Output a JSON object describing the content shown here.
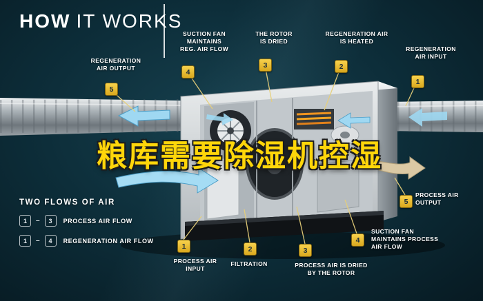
{
  "header": {
    "title_bold": "HOW",
    "title_light": "IT WORKS"
  },
  "overlay": {
    "text": "粮库需要除湿机控湿"
  },
  "top_callouts": [
    {
      "num": "5",
      "label": "REGENERATION\nAIR OUTPUT"
    },
    {
      "num": "4",
      "label": "SUCTION FAN\nMAINTAINS\nREG. AIR FLOW"
    },
    {
      "num": "3",
      "label": "THE ROTOR\nIS DRIED"
    },
    {
      "num": "2",
      "label": "REGENERATION AIR\nIS HEATED"
    },
    {
      "num": "1",
      "label": "REGENERATION\nAIR INPUT"
    }
  ],
  "bottom_callouts": [
    {
      "num": "1",
      "label": "PROCESS AIR\nINPUT"
    },
    {
      "num": "2",
      "label": "FILTRATION"
    },
    {
      "num": "3",
      "label": "PROCESS AIR IS DRIED\nBY THE ROTOR"
    },
    {
      "num": "4",
      "label": "SUCTION FAN\nMAINTAINS PROCESS\nAIR FLOW"
    },
    {
      "num": "5",
      "label": "PROCESS AIR\nOUTPUT"
    }
  ],
  "legend": {
    "heading": "TWO FLOWS OF AIR",
    "rows": [
      {
        "from": "1",
        "sep": "–",
        "to": "3",
        "label": "PROCESS AIR FLOW"
      },
      {
        "from": "1",
        "sep": "–",
        "to": "4",
        "label": "REGENERATION AIR FLOW"
      }
    ]
  },
  "colors": {
    "background": "#0d2e3a",
    "badge_gold": "#e9bc2a",
    "overlay_yellow": "#ffd60a",
    "arrow_blue": "#9fd8f2",
    "arrow_tan": "#dbc9a4"
  }
}
